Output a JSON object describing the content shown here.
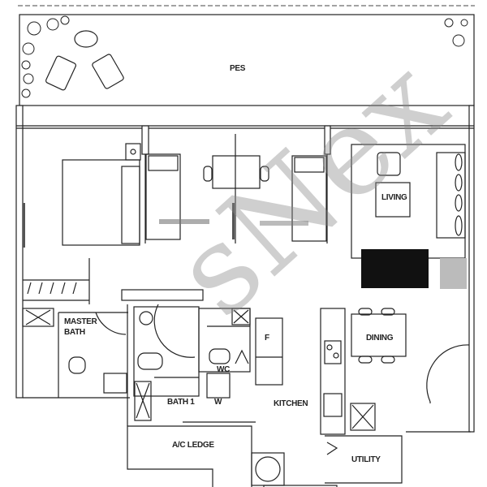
{
  "watermark": "sNex",
  "rooms": {
    "pes": "PES",
    "living": "LIVING",
    "master_bath_line1": "MASTER",
    "master_bath_line2": "BATH",
    "bath1": "BATH 1",
    "wc": "WC",
    "w": "W",
    "f": "F",
    "kitchen": "KITCHEN",
    "dining": "DINING",
    "ac_ledge": "A/C LEDGE",
    "utility": "UTILITY"
  },
  "colors": {
    "line": "#222222",
    "watermark": "#b5b5b5"
  }
}
